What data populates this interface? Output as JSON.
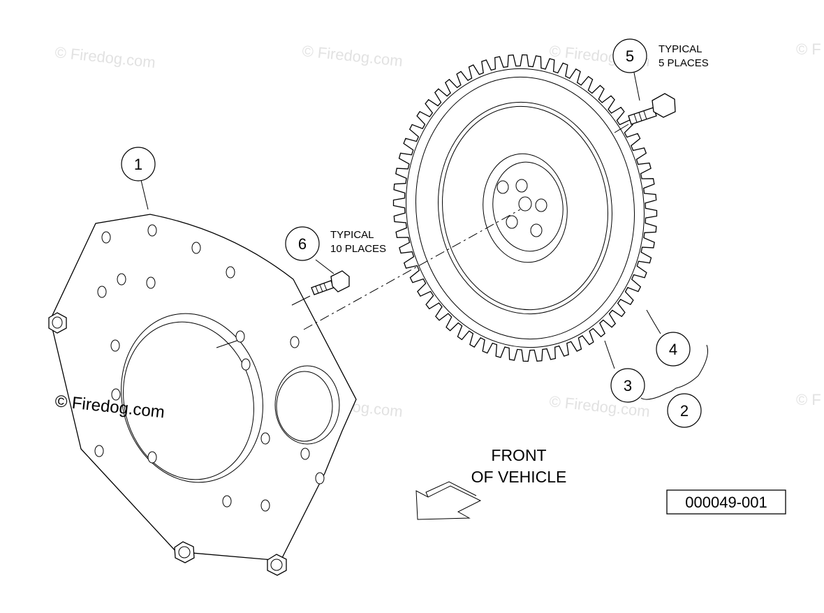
{
  "watermarks": [
    "© Firedog.com",
    "© Firedog.com",
    "© Firedog.com",
    "© F",
    "© Firedog.com",
    "© Firedog.com",
    "© F"
  ],
  "watermark_dark": "© Firedog.com",
  "callouts": [
    "1",
    "2",
    "3",
    "4",
    "5",
    "6"
  ],
  "notes": {
    "bolt5_line1": "TYPICAL",
    "bolt5_line2": "5 PLACES",
    "bolt6_line1": "TYPICAL",
    "bolt6_line2": "10 PLACES"
  },
  "direction_label": {
    "line1": "FRONT",
    "line2": "OF VEHICLE"
  },
  "drawing_number": "000049-001",
  "icons": [
    "front-direction-arrow-icon"
  ]
}
